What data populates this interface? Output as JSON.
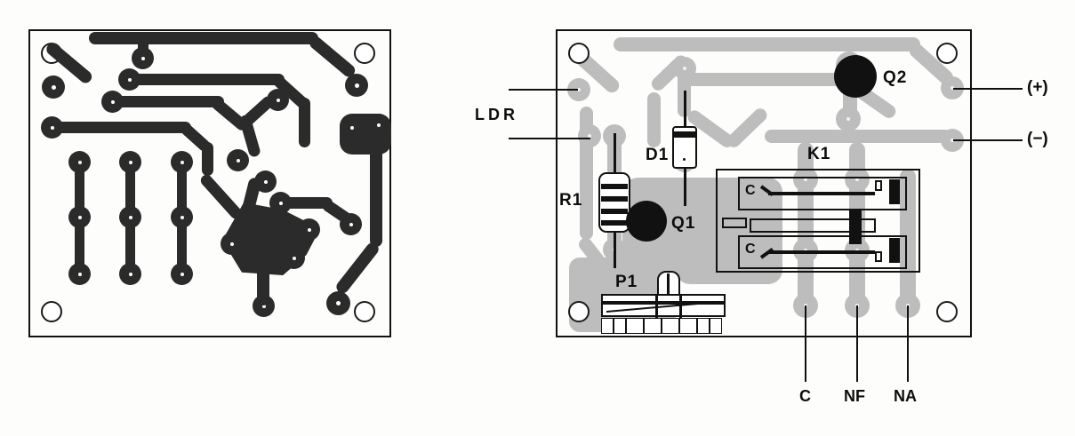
{
  "figure": {
    "type": "pcb-layout-illustration",
    "panels": [
      {
        "id": "copper-side",
        "name": "track-layout"
      },
      {
        "id": "component-side",
        "name": "component-placement"
      }
    ],
    "ink_color": "#1a1a1a",
    "copper_color": "#2b2b2b",
    "screened_copper_color": "#bdbdbd",
    "background_color": "#fdfdfc"
  },
  "left_panel": {
    "name": "copper-track-layout",
    "mount_holes": 4,
    "pad_strips": 3,
    "pads_per_strip": 3
  },
  "right_panel": {
    "name": "component-placement",
    "mount_holes": 4,
    "components": [
      {
        "ref": "LDR",
        "label": "LDR"
      },
      {
        "ref": "R1",
        "label": "R1"
      },
      {
        "ref": "D1",
        "label": "D1"
      },
      {
        "ref": "Q1",
        "label": "Q1"
      },
      {
        "ref": "Q2",
        "label": "Q2"
      },
      {
        "ref": "P1",
        "label": "P1"
      },
      {
        "ref": "K1",
        "label": "K1"
      }
    ],
    "relay": {
      "ref": "K1",
      "contact_labels": [
        "C",
        "C"
      ]
    },
    "power_terminals": [
      {
        "ref": "positive",
        "label": "(+)"
      },
      {
        "ref": "negative",
        "label": "(−)"
      }
    ],
    "output_terminals": [
      {
        "ref": "common",
        "label": "C"
      },
      {
        "ref": "normally-closed",
        "label": "NF"
      },
      {
        "ref": "normally-open",
        "label": "NA"
      }
    ]
  }
}
